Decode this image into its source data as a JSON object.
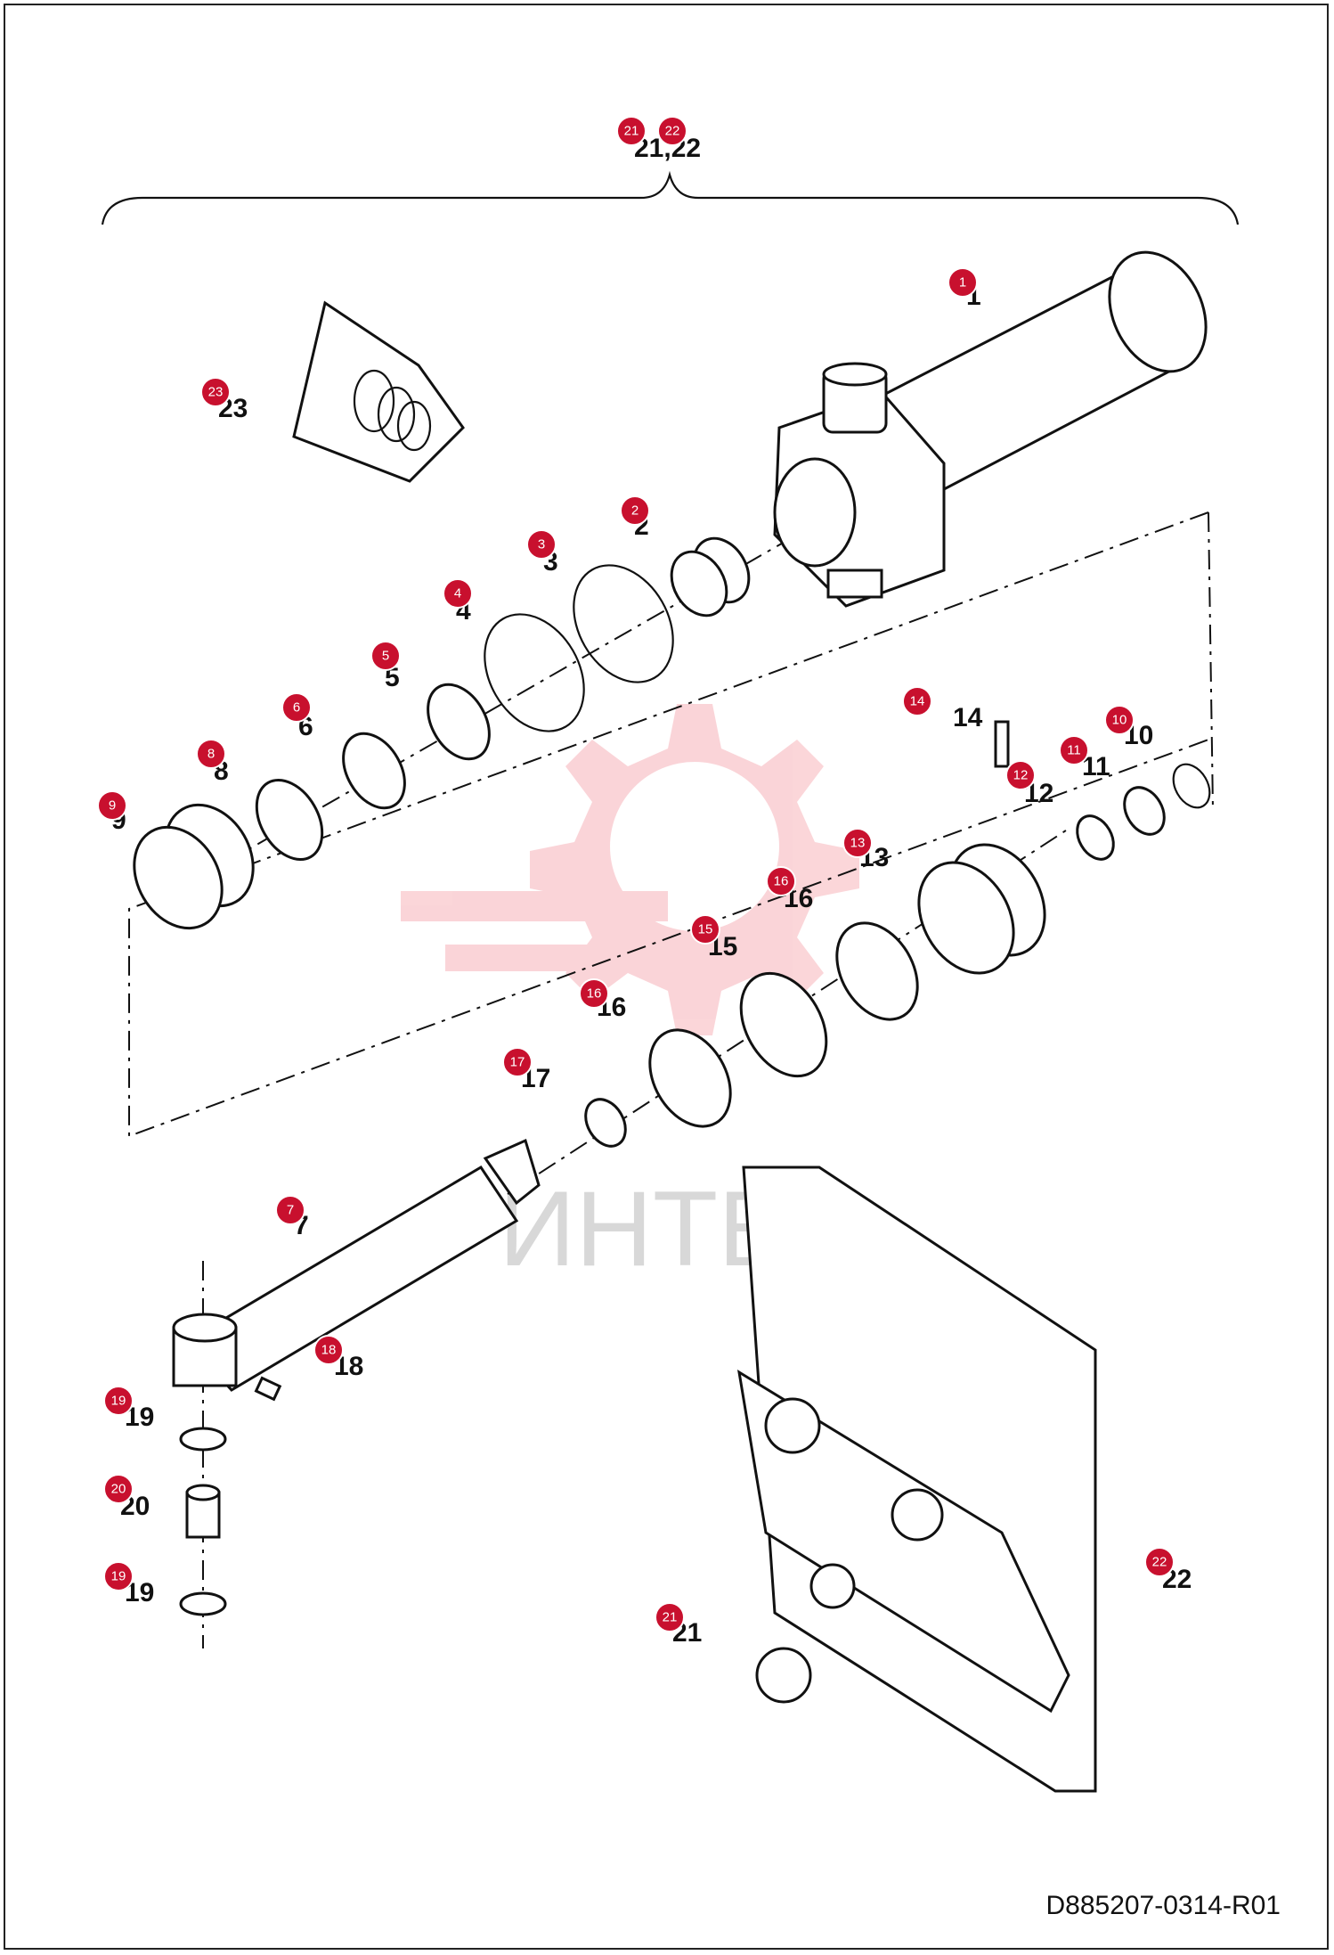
{
  "diagram": {
    "doc_number": "D885207-0314-R01",
    "watermark_text": "ИНТЕХ",
    "group_label": "21,22",
    "accent_color": "#c8102e",
    "parts": [
      {
        "id": "1",
        "label": "1"
      },
      {
        "id": "2",
        "label": "2"
      },
      {
        "id": "3",
        "label": "3"
      },
      {
        "id": "4",
        "label": "4"
      },
      {
        "id": "5",
        "label": "5"
      },
      {
        "id": "6",
        "label": "6"
      },
      {
        "id": "7",
        "label": "7"
      },
      {
        "id": "8",
        "label": "8"
      },
      {
        "id": "9",
        "label": "9"
      },
      {
        "id": "10",
        "label": "10"
      },
      {
        "id": "11",
        "label": "11"
      },
      {
        "id": "12",
        "label": "12"
      },
      {
        "id": "13",
        "label": "13"
      },
      {
        "id": "14",
        "label": "14"
      },
      {
        "id": "15",
        "label": "15"
      },
      {
        "id": "16",
        "label": "16"
      },
      {
        "id": "17",
        "label": "17"
      },
      {
        "id": "18",
        "label": "18"
      },
      {
        "id": "19",
        "label": "19"
      },
      {
        "id": "20",
        "label": "20"
      },
      {
        "id": "21",
        "label": "21"
      },
      {
        "id": "22",
        "label": "22"
      },
      {
        "id": "23",
        "label": "23"
      }
    ]
  }
}
